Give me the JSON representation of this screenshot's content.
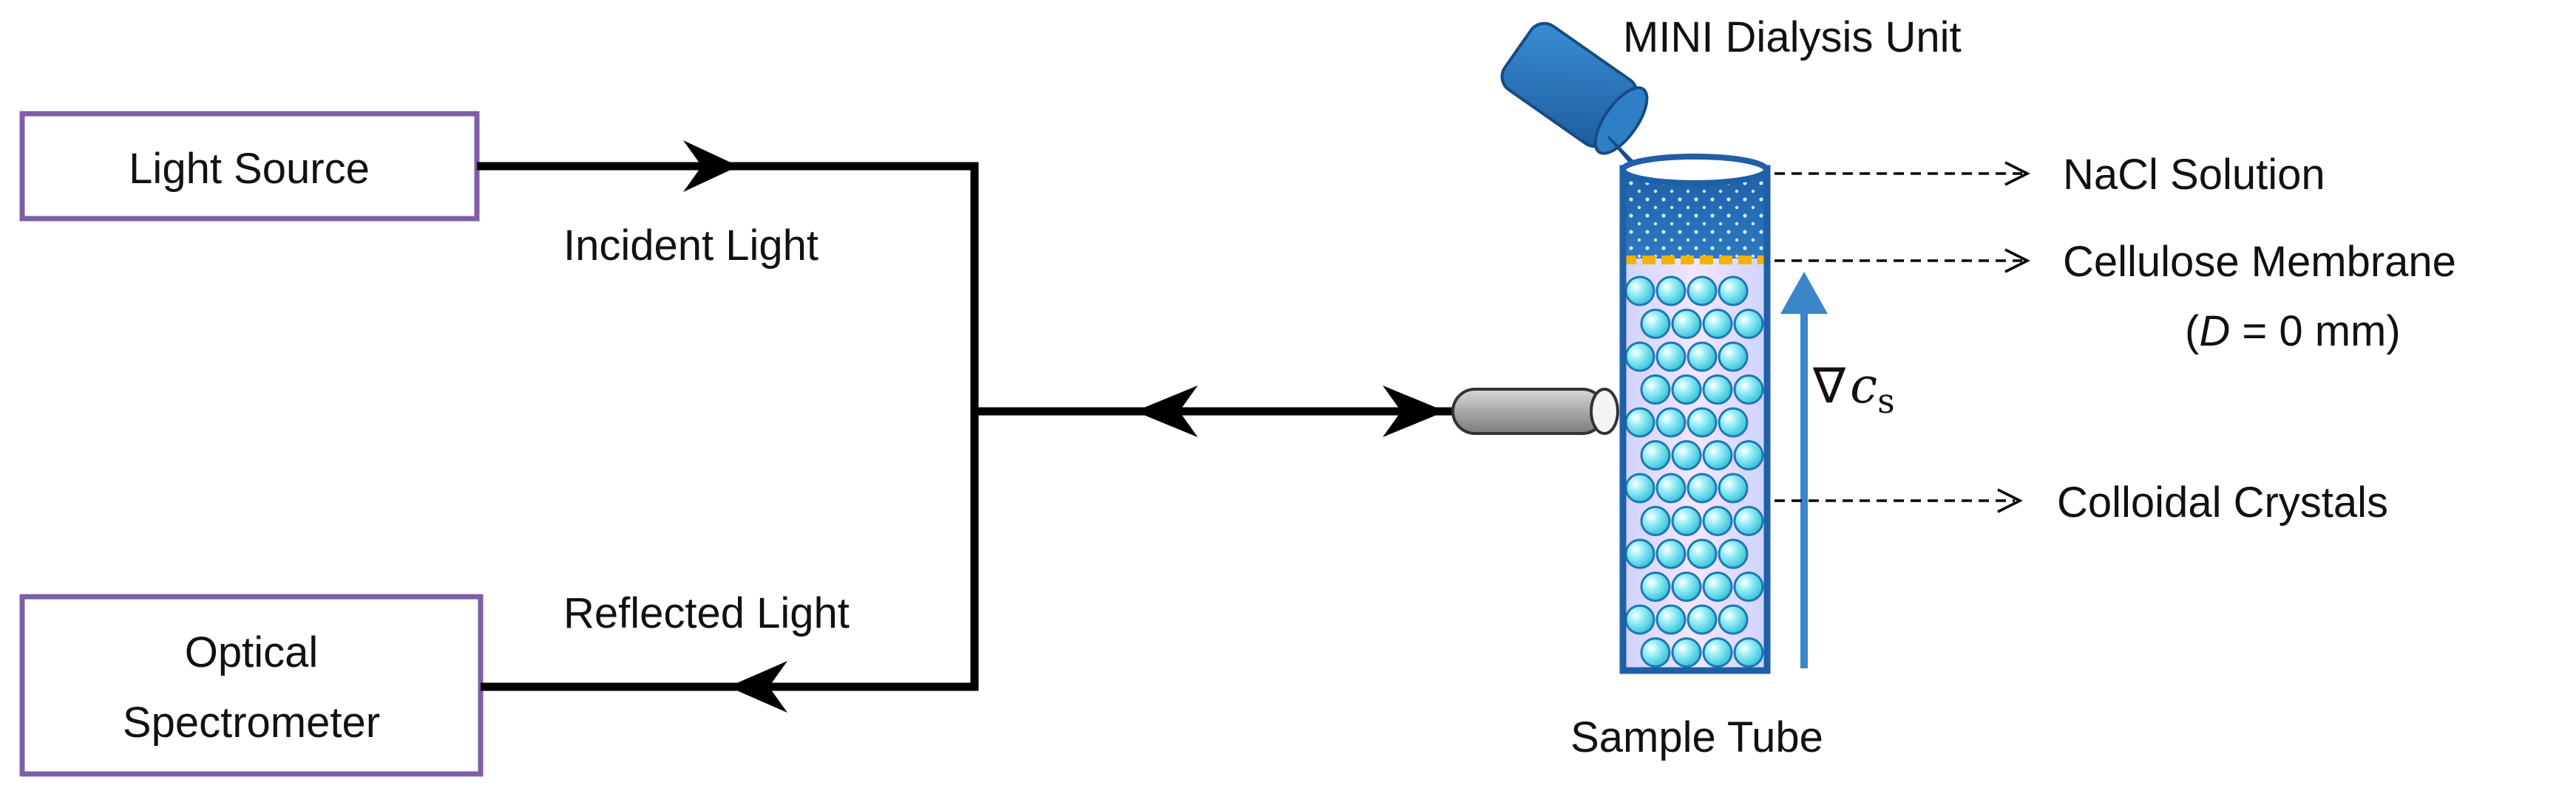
{
  "light_source": {
    "label": "Light Source"
  },
  "spectrometer": {
    "line1": "Optical",
    "line2": "Spectrometer"
  },
  "incident_light": "Incident Light",
  "reflected_light": "Reflected Light",
  "dialysis_unit": "MINI Dialysis Unit",
  "nacl_solution": "NaCl Solution",
  "membrane": {
    "label": "Cellulose Membrane",
    "position_open": "(",
    "position_var": "D",
    "position_close": " = 0 mm)"
  },
  "gradient": {
    "symbol": "∇",
    "var": "c",
    "sub": "s"
  },
  "colloidal_crystals": "Colloidal Crystals",
  "sample_tube": "Sample Tube",
  "colors": {
    "box_border": "#7f5ea8",
    "tube_blue": "#1f5fa8",
    "arrow_blue": "#3a86c8",
    "membrane_yellow": "#f0b400",
    "particle_cyan": "#7fe6f0"
  }
}
